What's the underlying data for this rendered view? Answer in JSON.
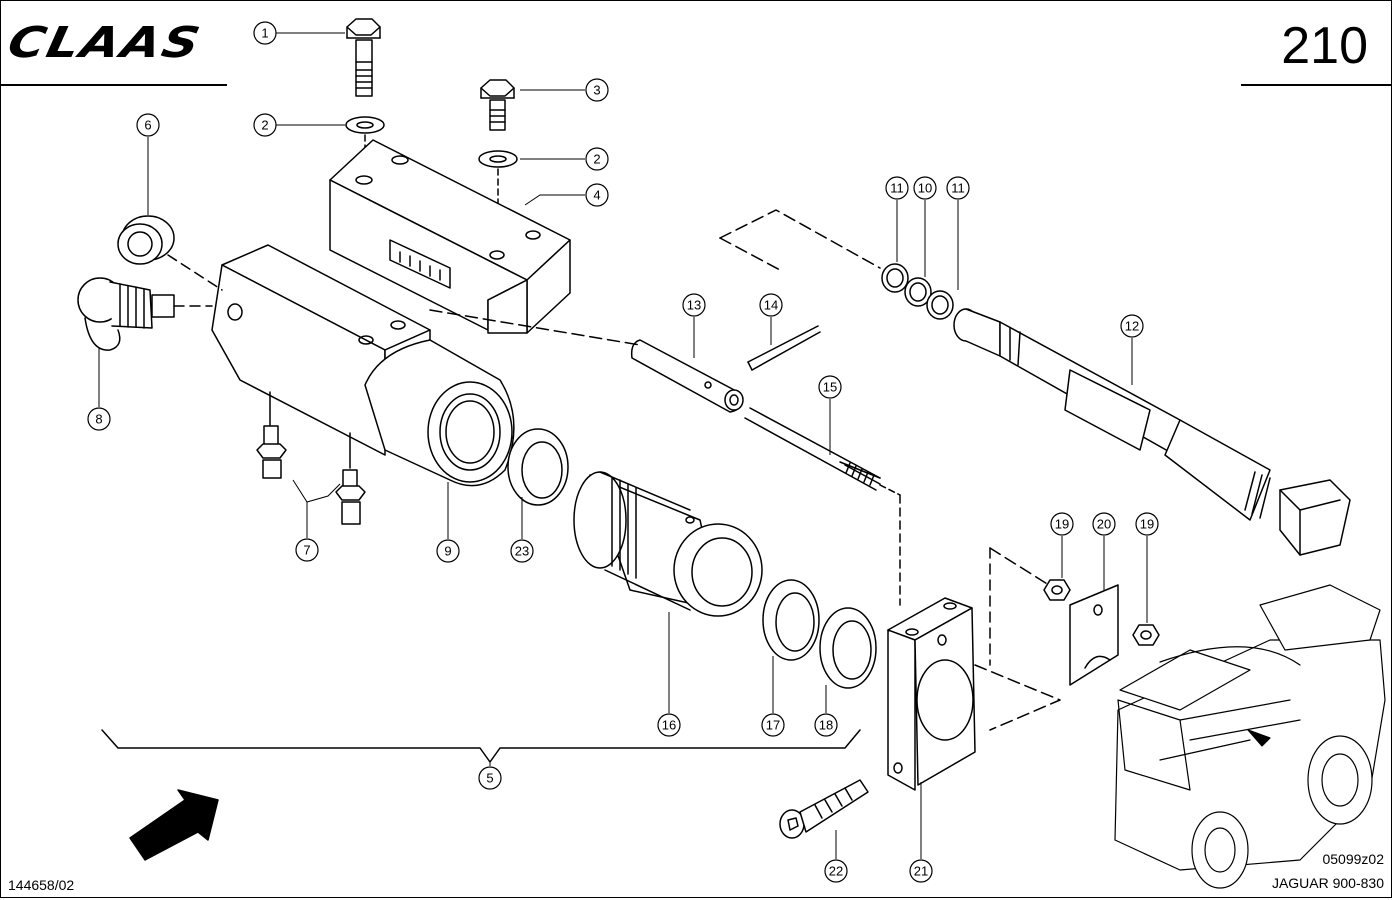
{
  "header": {
    "brand": "CLAAS",
    "page_number": "210"
  },
  "footer": {
    "document_id": "144658/02",
    "figure_code": "05099z02",
    "model": "JAGUAR 900-830"
  },
  "callouts": [
    {
      "id": "c1",
      "label": "1"
    },
    {
      "id": "c2a",
      "label": "2"
    },
    {
      "id": "c3",
      "label": "3"
    },
    {
      "id": "c2b",
      "label": "2"
    },
    {
      "id": "c4",
      "label": "4"
    },
    {
      "id": "c6",
      "label": "6"
    },
    {
      "id": "c8",
      "label": "8"
    },
    {
      "id": "c7",
      "label": "7"
    },
    {
      "id": "c9",
      "label": "9"
    },
    {
      "id": "c23",
      "label": "23"
    },
    {
      "id": "c13",
      "label": "13"
    },
    {
      "id": "c14",
      "label": "14"
    },
    {
      "id": "c15",
      "label": "15"
    },
    {
      "id": "c11a",
      "label": "11"
    },
    {
      "id": "c10",
      "label": "10"
    },
    {
      "id": "c11b",
      "label": "11"
    },
    {
      "id": "c12",
      "label": "12"
    },
    {
      "id": "c19a",
      "label": "19"
    },
    {
      "id": "c20",
      "label": "20"
    },
    {
      "id": "c19b",
      "label": "19"
    },
    {
      "id": "c16",
      "label": "16"
    },
    {
      "id": "c17",
      "label": "17"
    },
    {
      "id": "c18",
      "label": "18"
    },
    {
      "id": "c5",
      "label": "5"
    },
    {
      "id": "c22",
      "label": "22"
    },
    {
      "id": "c21",
      "label": "21"
    }
  ]
}
